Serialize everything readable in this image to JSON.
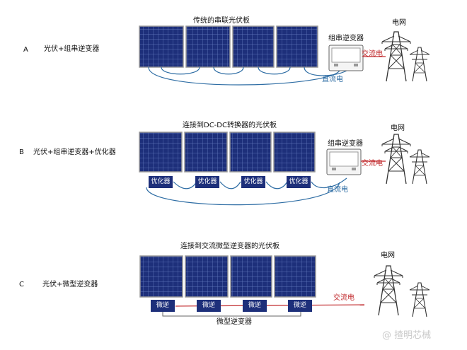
{
  "row_a": {
    "letter": "A",
    "label": "光伏+组串逆变器",
    "title": "传统的串联光伏板",
    "inverter_label": "组串逆变器",
    "ac_label": "交流电",
    "dc_label": "直流电",
    "grid_label": "电网"
  },
  "row_b": {
    "letter": "B",
    "label": "光伏+组串逆变器+优化器",
    "title": "连接到DC-DC转换器的光伏板",
    "optimizers": [
      "优化器",
      "优化器",
      "优化器",
      "优化器"
    ],
    "inverter_label": "组串逆变器",
    "ac_label": "交流电",
    "dc_label": "直流电",
    "grid_label": "电网"
  },
  "row_c": {
    "letter": "C",
    "label": "光伏+微型逆变器",
    "title": "连接到交流微型逆变器的光伏板",
    "micro_inverters": [
      "微逆",
      "微逆",
      "微逆",
      "微逆"
    ],
    "micro_group_label": "微型逆变器",
    "ac_label": "交流电",
    "grid_label": "电网"
  },
  "watermark": "@ 揸明芯械",
  "colors": {
    "panel": "#1d2f7a",
    "panel_grid": "#6f86c8",
    "box": "#1d2f7a",
    "dc_line": "#2e6da4",
    "ac_line": "#c0282b"
  }
}
